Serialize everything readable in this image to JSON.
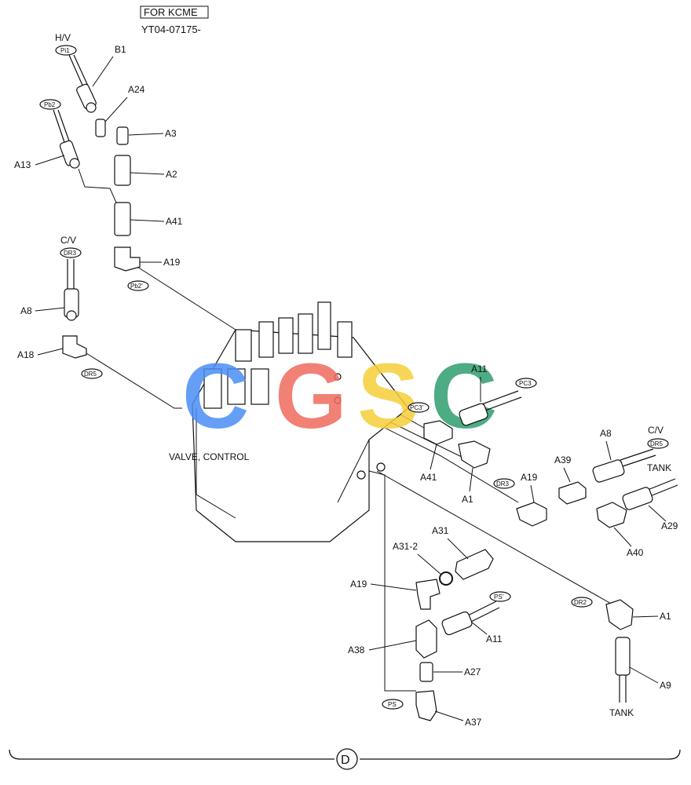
{
  "header": {
    "box_label": "FOR KCME",
    "serial": "YT04-07175-"
  },
  "main_component": {
    "label": "VALVE, CONTROL"
  },
  "section_marker": "D",
  "watermark": {
    "letters": [
      "C",
      "G",
      "S",
      "C"
    ],
    "colors": [
      "#4a8ef5",
      "#ef6a5e",
      "#f6cf3a",
      "#2e9e6e"
    ]
  },
  "connection_labels": {
    "hv": "H/V",
    "cv_left": "C/V",
    "cv_right": "C/V",
    "tank_right": "TANK",
    "tank_bottom": "TANK"
  },
  "port_tags": {
    "pi1": "Pi1",
    "pb2": "Pb2",
    "pb2_prime": "Pb2'",
    "dr3_left": "DR3",
    "dr5_left": "DR5",
    "pc3": "PC3",
    "pc3_prime": "PC3'",
    "dr3_mid": "DR3",
    "dr5_right": "DR5",
    "ps_prime": "PS'",
    "dr2": "DR2",
    "ps": "PS"
  },
  "part_labels": {
    "b1": "B1",
    "a24": "A24",
    "a3": "A3",
    "a13": "A13",
    "a2": "A2",
    "a41_top": "A41",
    "a19_top": "A19",
    "a8_left": "A8",
    "a18": "A18",
    "a11_top": "A11",
    "a41_mid": "A41",
    "a1_mid": "A1",
    "a19_mid": "A19",
    "a39": "A39",
    "a8_right": "A8",
    "a29": "A29",
    "a40": "A40",
    "a31": "A31",
    "a31_2": "A31-2",
    "a19_bottom": "A19",
    "a11_bottom": "A11",
    "a38": "A38",
    "a27": "A27",
    "a37": "A37",
    "a1_right": "A1",
    "a9": "A9"
  }
}
